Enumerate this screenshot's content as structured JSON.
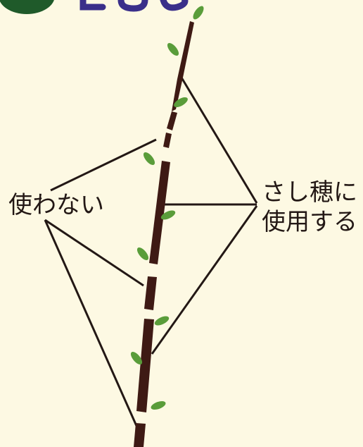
{
  "labels": {
    "unused": "使わない",
    "used_line1": "さし穂に",
    "used_line2": "使用する"
  },
  "colors": {
    "background": "#fdf9e3",
    "stem": "#3e1a14",
    "leaf": "#5a9d3a",
    "leaf_dark": "#2e6e24",
    "line": "#231815",
    "text": "#231815",
    "title_circle": "#1f5a2a",
    "title_mark": "#3a2f8a"
  },
  "icons": {
    "title_mark": "partial-heading-icon",
    "stem": "cutting-stem-icon",
    "leaf": "leaf-icon"
  }
}
